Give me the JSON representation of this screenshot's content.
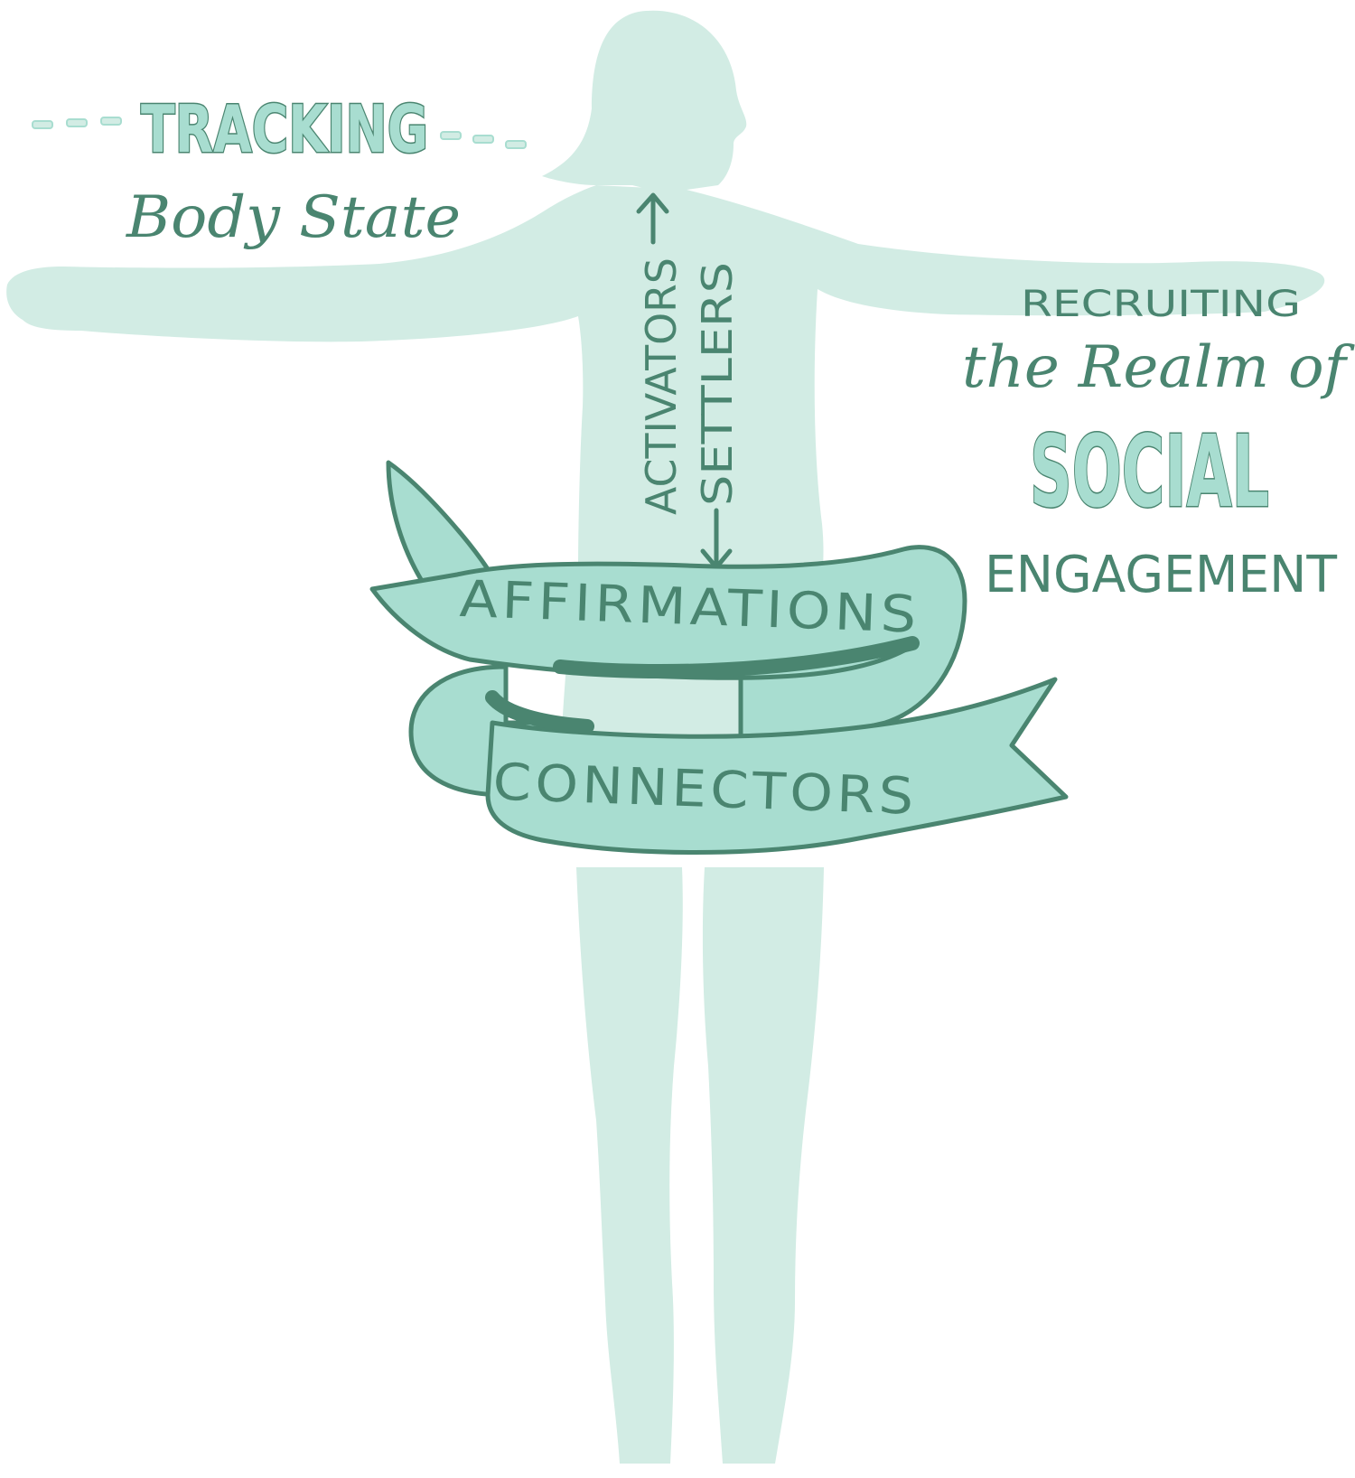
{
  "colors": {
    "silhouette": "#d2ece4",
    "banner_fill": "#a8ddd0",
    "ink": "#4a8570",
    "background": "#ffffff"
  },
  "labels": {
    "tracking": "TRACKING",
    "body_state": "Body State",
    "activators": "ACTIVATORS",
    "settlers": "SETTLERS",
    "recruiting": "RECRUITING",
    "realm_of": "the Realm of",
    "social": "SOCIAL",
    "engagement": "ENGAGEMENT",
    "affirmations": "AFFIRMATIONS",
    "connectors": "CONNECTORS"
  },
  "icons": {
    "vertical_arrow": "double-headed-arrow-icon",
    "dashes": "dashed-line-icon"
  }
}
